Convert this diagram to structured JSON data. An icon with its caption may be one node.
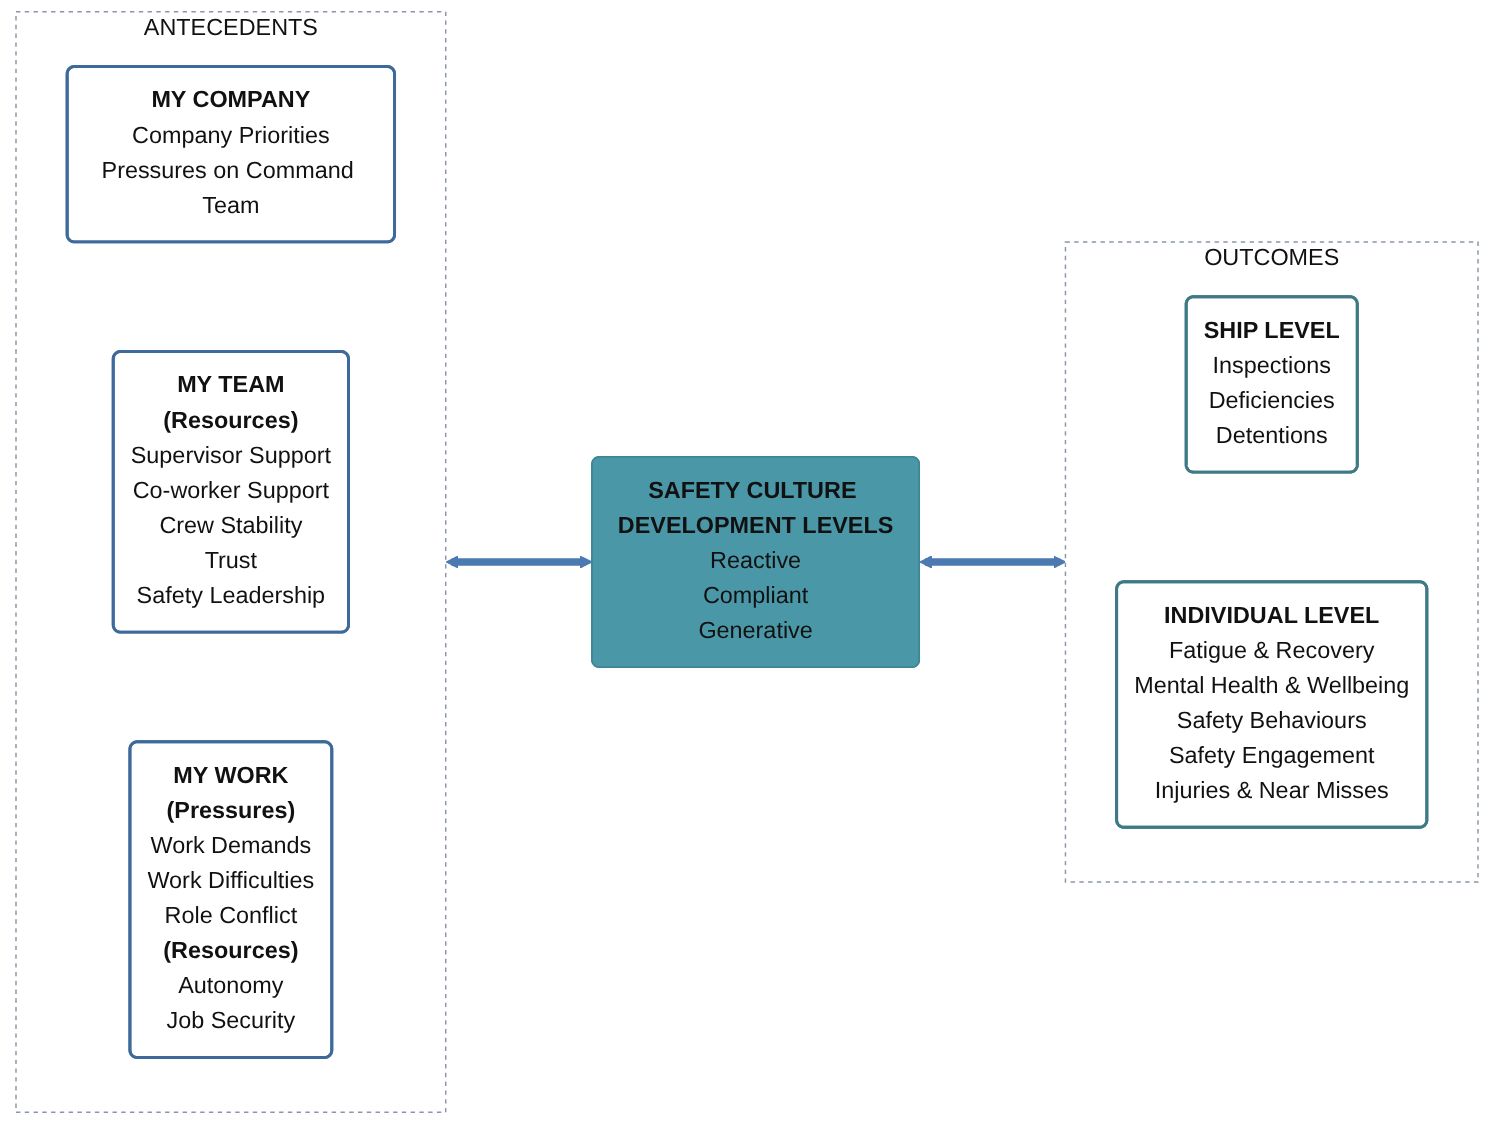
{
  "diagram": {
    "nodes": [
      {
        "text": [
          "ANTECEDENTS"
        ]
      },
      {
        "text": [
          "MY COMPANY",
          "Company Priorities",
          "Pressures on Command Team"
        ],
        "in": 0
      },
      {
        "text": [
          "MY TEAM",
          "(Resources)",
          "Supervisor Support",
          "Co-worker Support",
          "Crew Stability",
          "Trust",
          "Safety Leadership"
        ],
        "in": 0
      },
      {
        "text": [
          "MY WORK",
          "(Pressures)",
          "Work Demands",
          "Work Difficulties",
          "Role Conflict",
          "(Resources)",
          "Autonomy",
          "Job Security"
        ],
        "in": 0
      },
      {
        "text": [
          "SAFETY CULTURE DEVELOPMENT LEVELS",
          "Reactive",
          "Compliant",
          "Generative"
        ]
      },
      {
        "text": [
          "OUTCOMES"
        ]
      },
      {
        "text": [
          "SHIP LEVEL",
          "Inspections",
          "Deficiencies",
          "Detentions"
        ],
        "in": 5
      },
      {
        "text": [
          "INDIVIDUAL LEVEL",
          "Fatigue & Recovery",
          "Mental Health & Wellbeing",
          "Safety Behaviours",
          "Safety Engagement",
          "Injuries & Near Misses"
        ],
        "in": 5
      }
    ],
    "edges": [
      {
        "from": 0,
        "to": 4,
        "arrow": "both"
      },
      {
        "from": 4,
        "to": 5,
        "arrow": "both"
      }
    ]
  }
}
